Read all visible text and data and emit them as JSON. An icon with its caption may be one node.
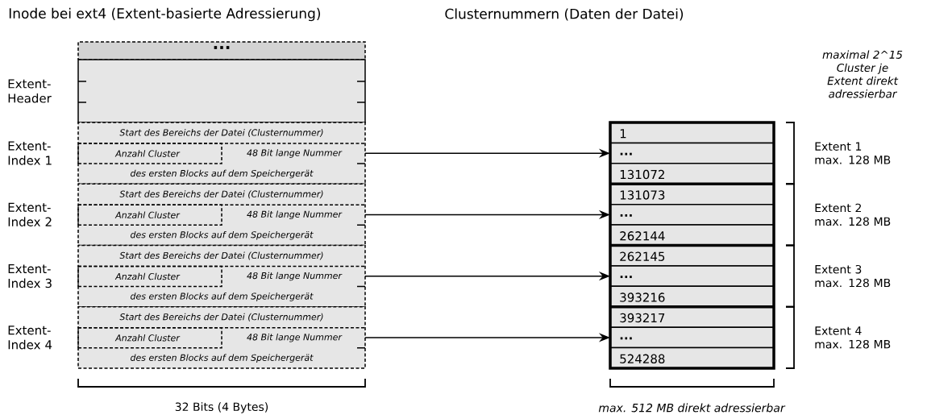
{
  "diagram": {
    "nodes": [
      {
        "text": [
          "..."
        ]
      },
      {
        "text": [],
        "shape": "box",
        "beside": [
          "Extent-Header"
        ]
      },
      {
        "text": [
          "Start des Bereichs der Datei (Clusternummer)",
          "48 Bit lange Nummer",
          "des ersten Blocks auf dem Speichergerät"
        ],
        "beside": [
          "Extent-Index 1"
        ]
      },
      {
        "text": [
          "Anzahl Cluster"
        ],
        "in": 2
      },
      {
        "text": [
          "Start des Bereichs der Datei (Clusternummer)",
          "48 Bit lange Nummer",
          "des ersten Blocks auf dem Speichergerät"
        ],
        "beside": [
          "Extent-Index 2"
        ]
      },
      {
        "text": [
          "Anzahl Cluster"
        ],
        "in": 4
      },
      {
        "text": [
          "Start des Bereichs der Datei (Clusternummer)",
          "48 Bit lange Nummer",
          "des ersten Blocks auf dem Speichergerät"
        ],
        "beside": [
          "Extent-Index 3"
        ]
      },
      {
        "text": [
          "Anzahl Cluster"
        ],
        "in": 6
      },
      {
        "text": [
          "Start des Bereichs der Datei (Clusternummer)",
          "48 Bit lange Nummer",
          "des ersten Blocks auf dem Speichergerät"
        ],
        "beside": [
          "Extent-Index 4"
        ]
      },
      {
        "text": [
          "Anzahl Cluster"
        ],
        "in": 8
      },
      {
        "text": [],
        "shape": "box"
      },
      {
        "text": [
          "1"
        ],
        "in": 10
      },
      {
        "text": [
          "..."
        ],
        "in": 10
      },
      {
        "text": [
          "131072"
        ],
        "in": 10
      },
      {
        "text": [
          "131073"
        ],
        "in": 10
      },
      {
        "text": [
          "..."
        ],
        "in": 10
      },
      {
        "text": [
          "262144"
        ],
        "in": 10
      },
      {
        "text": [
          "262145"
        ],
        "in": 10
      },
      {
        "text": [
          "..."
        ],
        "in": 10
      },
      {
        "text": [
          "393216"
        ],
        "in": 10
      },
      {
        "text": [
          "393217"
        ],
        "in": 10
      },
      {
        "text": [
          "..."
        ],
        "in": 10
      },
      {
        "text": [
          "524288"
        ],
        "in": 10
      }
    ],
    "edges": [
      {
        "from": 2,
        "to": 12,
        "arrow": "to"
      },
      {
        "from": 4,
        "to": 15,
        "arrow": "to"
      },
      {
        "from": 6,
        "to": 18,
        "arrow": "to"
      },
      {
        "from": 8,
        "to": 21,
        "arrow": "to"
      }
    ],
    "labels": [
      "Inode bei ext4 (Extent-basierte Adressierung)",
      "Clusternummern (Daten der Datei)",
      "maximal 2^15 Cluster je Extent direkt adressierbar",
      "Extent 1 max. 128 MB",
      "Extent 2 max. 128 MB",
      "Extent 3 max. 128 MB",
      "Extent 4 max. 128 MB",
      "32 Bits (4 Bytes)",
      "max. 512 MB direkt adressierbar"
    ]
  }
}
